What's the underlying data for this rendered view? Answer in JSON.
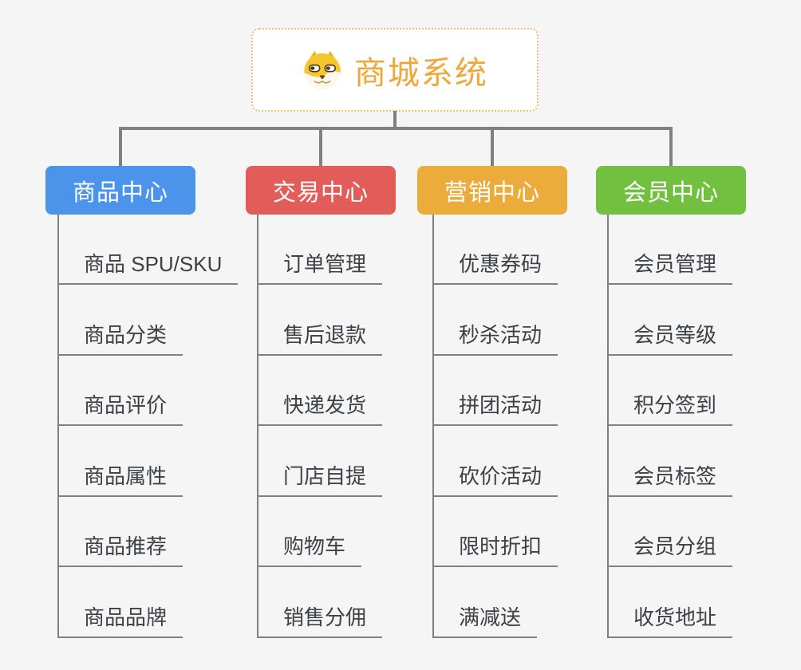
{
  "app": {
    "background": "#f5f5f6",
    "connector_color": "#808080",
    "item_text_color": "#3c4146",
    "item_underline_color": "#808080"
  },
  "root": {
    "title": "商城系统",
    "icon": "doge-face",
    "text_color": "#f0a73a",
    "border_color": "#f3be6c",
    "background": "#ffffff"
  },
  "branches": [
    {
      "label": "商品中心",
      "color": "#4b94ea",
      "items": [
        "商品 SPU/SKU",
        "商品分类",
        "商品评价",
        "商品属性",
        "商品推荐",
        "商品品牌"
      ]
    },
    {
      "label": "交易中心",
      "color": "#e25c59",
      "items": [
        "订单管理",
        "售后退款",
        "快递发货",
        "门店自提",
        "购物车",
        "销售分佣"
      ]
    },
    {
      "label": "营销中心",
      "color": "#ecac3c",
      "items": [
        "优惠券码",
        "秒杀活动",
        "拼团活动",
        "砍价活动",
        "限时折扣",
        "满减送"
      ]
    },
    {
      "label": "会员中心",
      "color": "#71c040",
      "items": [
        "会员管理",
        "会员等级",
        "积分签到",
        "会员标签",
        "会员分组",
        "收货地址"
      ]
    }
  ]
}
